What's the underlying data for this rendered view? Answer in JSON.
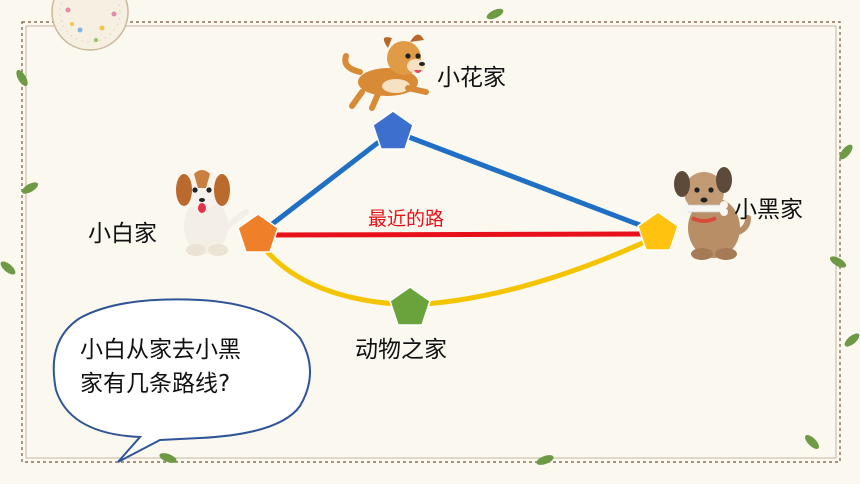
{
  "places": {
    "xiaohua_home": "小花家",
    "xiaobai_home": "小白家",
    "xiaohei_home": "小黑家",
    "animal_home": "动物之家"
  },
  "route_label": "最近的路",
  "bubble": {
    "line1": "小白从家去小黑",
    "line2": "家有几条路线?"
  },
  "colors": {
    "route_via_xiaohua": "#1f6fc4",
    "route_direct": "#e8101a",
    "route_via_zoo": "#f5c400",
    "node_xiaobai": "#f07f2a",
    "node_xiaohua": "#3d6fcf",
    "node_xiaohei": "#ffc20e",
    "node_zoo": "#6aa23b",
    "frame": "#8b6f55",
    "leaf": "#6f9a45"
  }
}
